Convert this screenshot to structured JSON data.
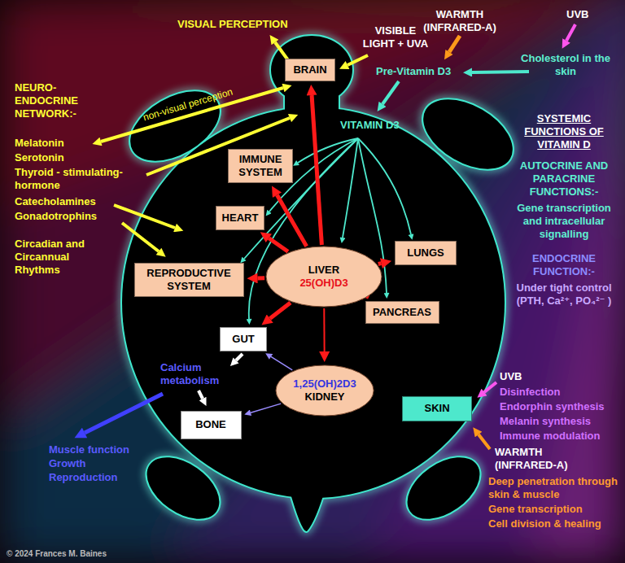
{
  "diagram": {
    "nodes": [
      {
        "text": [
          "BRAIN"
        ]
      },
      {
        "text": [
          "IMMUNE SYSTEM"
        ]
      },
      {
        "text": [
          "HEART"
        ]
      },
      {
        "text": [
          "LUNGS"
        ]
      },
      {
        "text": [
          "LIVER",
          "25(OH)D3"
        ]
      },
      {
        "text": [
          "REPRODUCTIVE SYSTEM"
        ]
      },
      {
        "text": [
          "PANCREAS"
        ]
      },
      {
        "text": [
          "GUT"
        ]
      },
      {
        "text": [
          "1,25(OH)2D3",
          "KIDNEY"
        ]
      },
      {
        "text": [
          "SKIN"
        ]
      },
      {
        "text": [
          "BONE"
        ]
      }
    ],
    "edges": [
      {
        "from": 4,
        "to": 0,
        "arrow": "to"
      },
      {
        "from": 4,
        "to": 1,
        "arrow": "to"
      },
      {
        "from": 4,
        "to": 2,
        "arrow": "to"
      },
      {
        "from": 4,
        "to": 3,
        "arrow": "to"
      },
      {
        "from": 4,
        "to": 5,
        "arrow": "to"
      },
      {
        "from": 4,
        "to": 6,
        "arrow": "to"
      },
      {
        "from": 4,
        "to": 7,
        "arrow": "to"
      },
      {
        "from": 4,
        "to": 8,
        "arrow": "to"
      },
      {
        "from": 8,
        "to": 7,
        "arrow": "to"
      },
      {
        "from": 8,
        "to": 10,
        "arrow": "to"
      }
    ],
    "labels": [
      "VISUAL PERCEPTION",
      "VISIBLE LIGHT + UVA",
      "WARMTH (INFRARED-A)",
      "UVB",
      "Pre-Vitamin D3",
      "Cholesterol in the skin",
      "VITAMIN D3",
      "non-visual perception",
      "NEURO-ENDOCRINE NETWORK:-",
      "Melatonin",
      "Serotonin",
      "Thyroid - stimulating- hormone",
      "Catecholamines",
      "Gonadotrophins",
      "Circadian and Circannual Rhythms",
      "SYSTEMIC FUNCTIONS OF VITAMIN D",
      "AUTOCRINE AND PARACRINE FUNCTIONS:-",
      "Gene transcription and intracellular signalling",
      "ENDOCRINE FUNCTION:-",
      "Under tight control (PTH, Ca²⁺, PO₄²⁻ )",
      "Calcium metabolism",
      "Muscle function",
      "Growth",
      "Reproduction",
      "UVB",
      "Disinfection",
      "Endorphin synthesis",
      "Melanin synthesis",
      "Immune modulation",
      "WARMTH (INFRARED-A)",
      "Deep penetration through skin & muscle",
      "Gene transcription",
      "Cell division & healing",
      "© 2024 Frances M. Baines"
    ]
  }
}
